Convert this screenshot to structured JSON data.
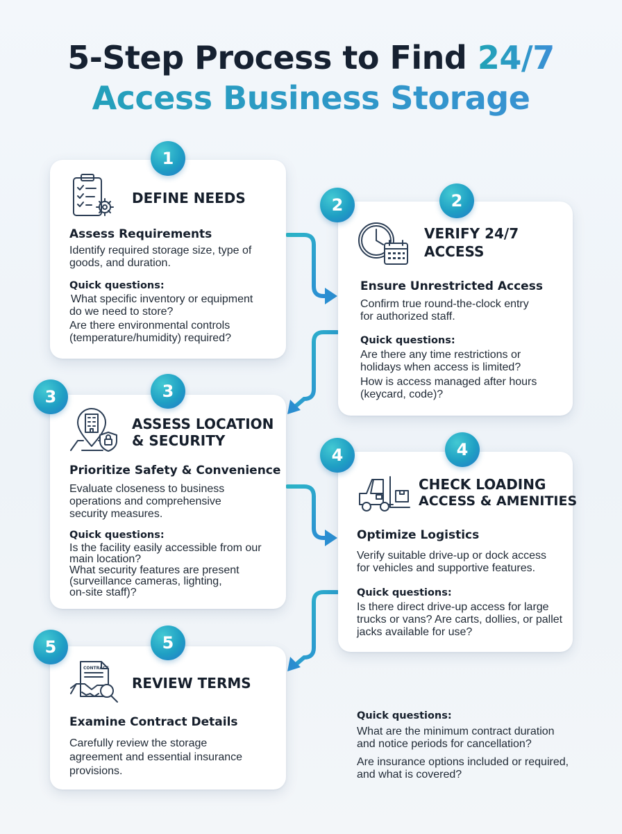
{
  "title": {
    "line1_prefix": "5-Step Process to Find ",
    "line1_accent": "24/7",
    "line2_accent": "Access Business Storage"
  },
  "steps": [
    {
      "number": "1",
      "title": "DEFINE NEEDS",
      "icon": "clipboard-gear-icon",
      "subheading": "Assess Requirements",
      "description": [
        "Identify required storage size, type of",
        "goods, and duration."
      ],
      "questions_label": "Quick questions:",
      "questions": [
        [
          "What specific inventory or equipment",
          "do we need to store?"
        ],
        [
          "Are there environmental controls",
          "(temperature/humidity) required?"
        ]
      ]
    },
    {
      "number": "2",
      "title_lines": [
        "VERIFY 24/7",
        "ACCESS"
      ],
      "icon": "clock-calendar-icon",
      "subheading": "Ensure Unrestricted Access",
      "description": [
        "Confirm true round-the-clock entry",
        "for authorized staff."
      ],
      "questions_label": "Quick questions:",
      "questions": [
        [
          "Are there any time restrictions or",
          "holidays when access is limited?"
        ],
        [
          "How is access managed after hours",
          "(keycard, code)?"
        ]
      ]
    },
    {
      "number": "3",
      "title_lines": [
        "ASSESS LOCATION",
        "& SECURITY"
      ],
      "icon": "location-building-lock-icon",
      "subheading": "Prioritize Safety & Convenience",
      "description": [
        "Evaluate closeness to business",
        "operations and comprehensive",
        "security measures."
      ],
      "questions_label": "Quick questions:",
      "questions": [
        [
          "Is the facility easily accessible from our",
          "main location?"
        ],
        [
          "What security features are present",
          "(surveillance cameras, lighting,",
          "on-site staff)?"
        ]
      ]
    },
    {
      "number": "4",
      "title_lines": [
        "CHECK LOADING",
        "ACCESS & AMENITIES"
      ],
      "icon": "forklift-icon",
      "subheading": "Optimize Logistics",
      "description": [
        "Verify suitable drive-up or dock access",
        "for vehicles and supportive features."
      ],
      "questions_label": "Quick questions:",
      "questions": [
        [
          "Is there direct drive-up access for large",
          "trucks or vans? Are carts, dollies, or pallet",
          "jacks available for use?"
        ]
      ]
    },
    {
      "number": "5",
      "title": "REVIEW TERMS",
      "icon": "contract-handshake-icon",
      "icon_text": "CONTRACT",
      "subheading": "Examine Contract Details",
      "description": [
        "Carefully review the storage",
        "agreement and essential insurance",
        "provisions."
      ],
      "questions_label": "Quick questions:",
      "questions": [
        [
          "What are the minimum contract duration",
          "and notice periods for cancellation?"
        ],
        [
          "Are insurance options included or required,",
          "and what is covered?"
        ]
      ]
    }
  ],
  "colors": {
    "accent_teal": "#20a3b6",
    "accent_blue": "#2f86cf",
    "arrow": "#2aa5cc",
    "title_dark": "#162131"
  }
}
